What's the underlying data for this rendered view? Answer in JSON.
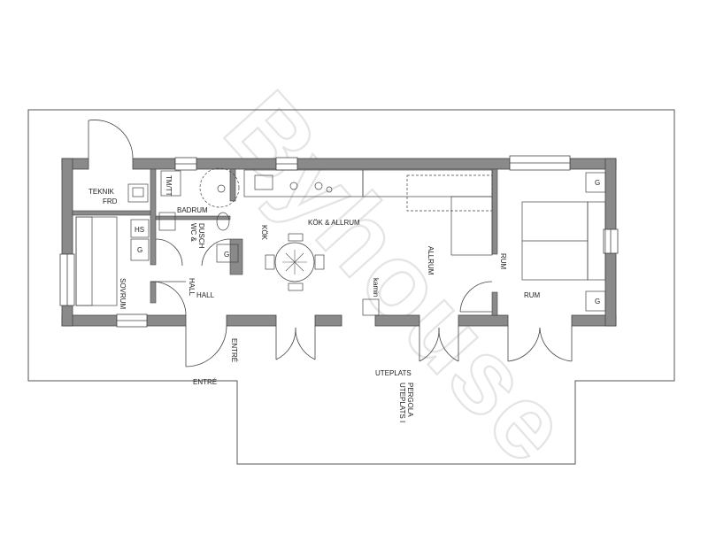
{
  "watermark": "Byhouse",
  "rooms": {
    "teknik": "TEKNIK",
    "frd": "FRD",
    "tm_tt": "TM/TT",
    "badrum": "BADRUM",
    "wc_dusch": "WC &\nDUSCH",
    "hs": "HS",
    "g": "G",
    "kok": "KÖK",
    "kok_allrum": "KÖK & ALLRUM",
    "allrum": "ALLRUM",
    "rum_vertical": "RUM",
    "rum": "RUM",
    "sovrum": "SOVRUM",
    "hall": "HALL",
    "kamin": "kamin",
    "entre": "ENTRÉ",
    "uteplats": "UTEPLATS",
    "uteplats_pergola": "UTEPLATS I\nPERGOLA"
  }
}
